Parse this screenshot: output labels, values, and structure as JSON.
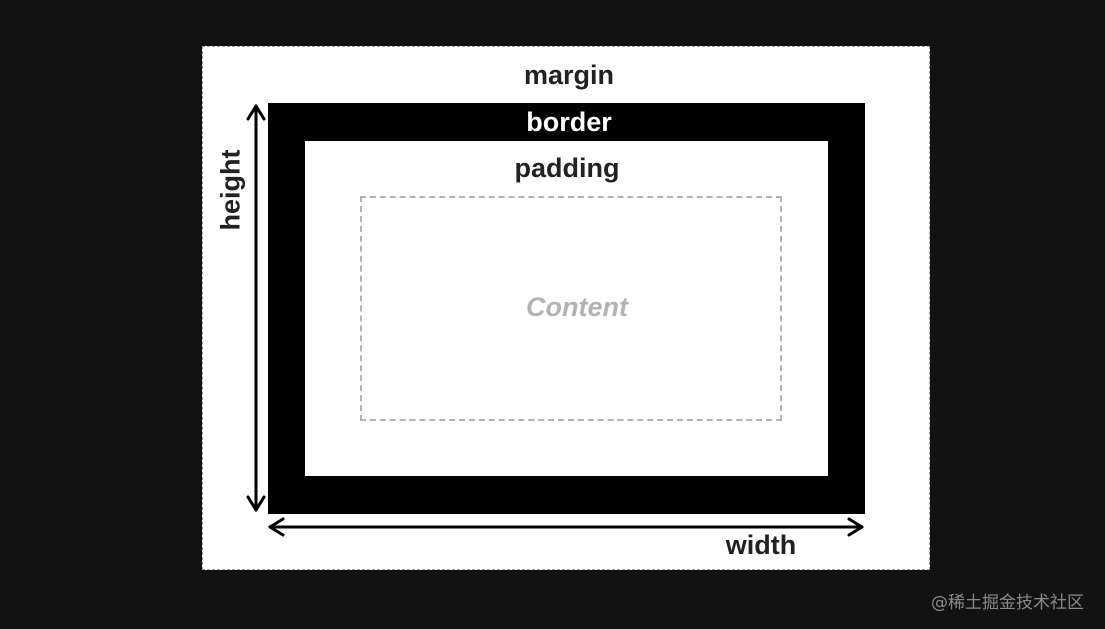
{
  "diagram": {
    "labels": {
      "margin": "margin",
      "border": "border",
      "padding": "padding",
      "content": "Content",
      "width": "width",
      "height": "height"
    },
    "colors": {
      "background": "#121212",
      "margin_fill": "#ffffff",
      "border_fill": "#000000",
      "padding_fill": "#ffffff",
      "content_dash": "#b3b3b3",
      "text": "#222222"
    }
  },
  "watermark": "@稀土掘金技术社区"
}
